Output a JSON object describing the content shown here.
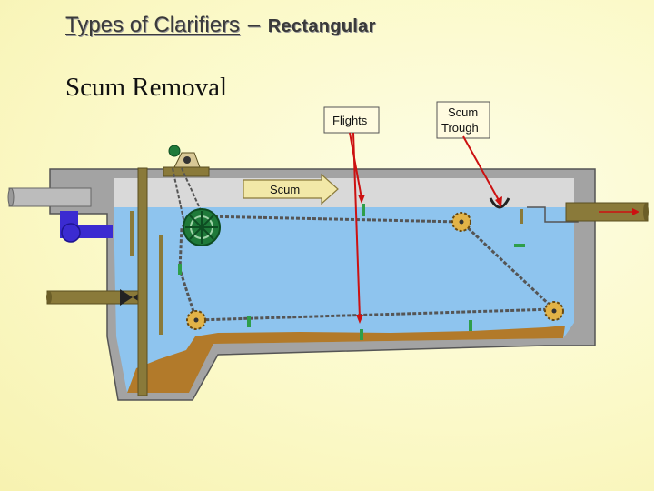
{
  "slide": {
    "title_main": "Types of Clarifiers",
    "title_dash": "–",
    "title_rest": "Rectangular",
    "subtitle": "Scum Removal"
  },
  "labels": {
    "flights": "Flights",
    "scum_trough_line1": "Scum",
    "scum_trough_line2": "Trough",
    "scum": "Scum"
  },
  "colors": {
    "background": "#fbf9c8",
    "water": "#8ec4ee",
    "concrete": "#9a9a9a",
    "sludge": "#b27a2a",
    "pipe_olive": "#8a7a3a",
    "pipe_purple": "#3b2bd1",
    "gear_green": "#1f7a3a",
    "arrow_red": "#cc1111"
  }
}
